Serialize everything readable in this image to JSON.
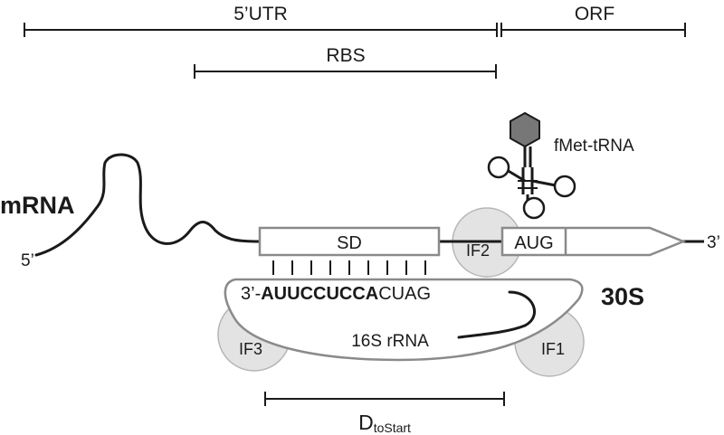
{
  "regions": {
    "utr": "5’UTR",
    "orf": "ORF",
    "rbs": "RBS"
  },
  "mrna": {
    "label": "mRNA",
    "five_prime": "5’",
    "three_prime": "3’"
  },
  "elements": {
    "sd": "SD",
    "aug": "AUG",
    "trna": "fMet-tRNA"
  },
  "factors": {
    "if1": "IF1",
    "if2": "IF2",
    "if3": "IF3"
  },
  "ribosome": {
    "subunit": "30S",
    "rrna": "16S rRNA",
    "seq_prefix": "3’-",
    "seq_bold": "AUUCCUCCA",
    "seq_tail": "CUAG"
  },
  "distance": {
    "main": "D",
    "sub": "toStart"
  },
  "colors": {
    "line": "#1a1a1a",
    "outline_gray": "#8a8a8a",
    "factor_fill": "#e3e3e3",
    "factor_stroke": "#b5b5b5",
    "hexagon_fill": "#777777"
  }
}
